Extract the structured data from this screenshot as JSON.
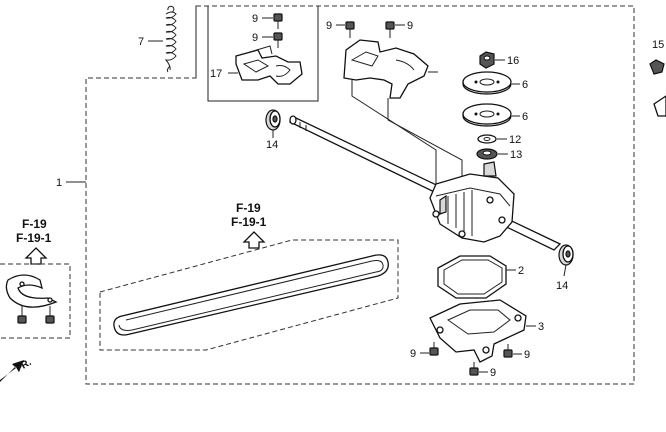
{
  "callouts": {
    "c1": "1",
    "c2": "2",
    "c3": "3",
    "c6a": "6",
    "c6b": "6",
    "c7": "7",
    "c9_top1": "9",
    "c9_top2": "9",
    "c9_mid1": "9",
    "c9_mid2": "9",
    "c9_bot1": "9",
    "c9_bot2": "9",
    "c9_bot3": "9",
    "c12": "12",
    "c13": "13",
    "c14_left": "14",
    "c14_right": "14",
    "c15": "15",
    "c16": "16",
    "c17": "17"
  },
  "references": {
    "left_ref1": "F-19",
    "left_ref2": "F-19-1",
    "belt_ref1": "F-19",
    "belt_ref2": "F-19-1"
  },
  "front_marker": "FR."
}
